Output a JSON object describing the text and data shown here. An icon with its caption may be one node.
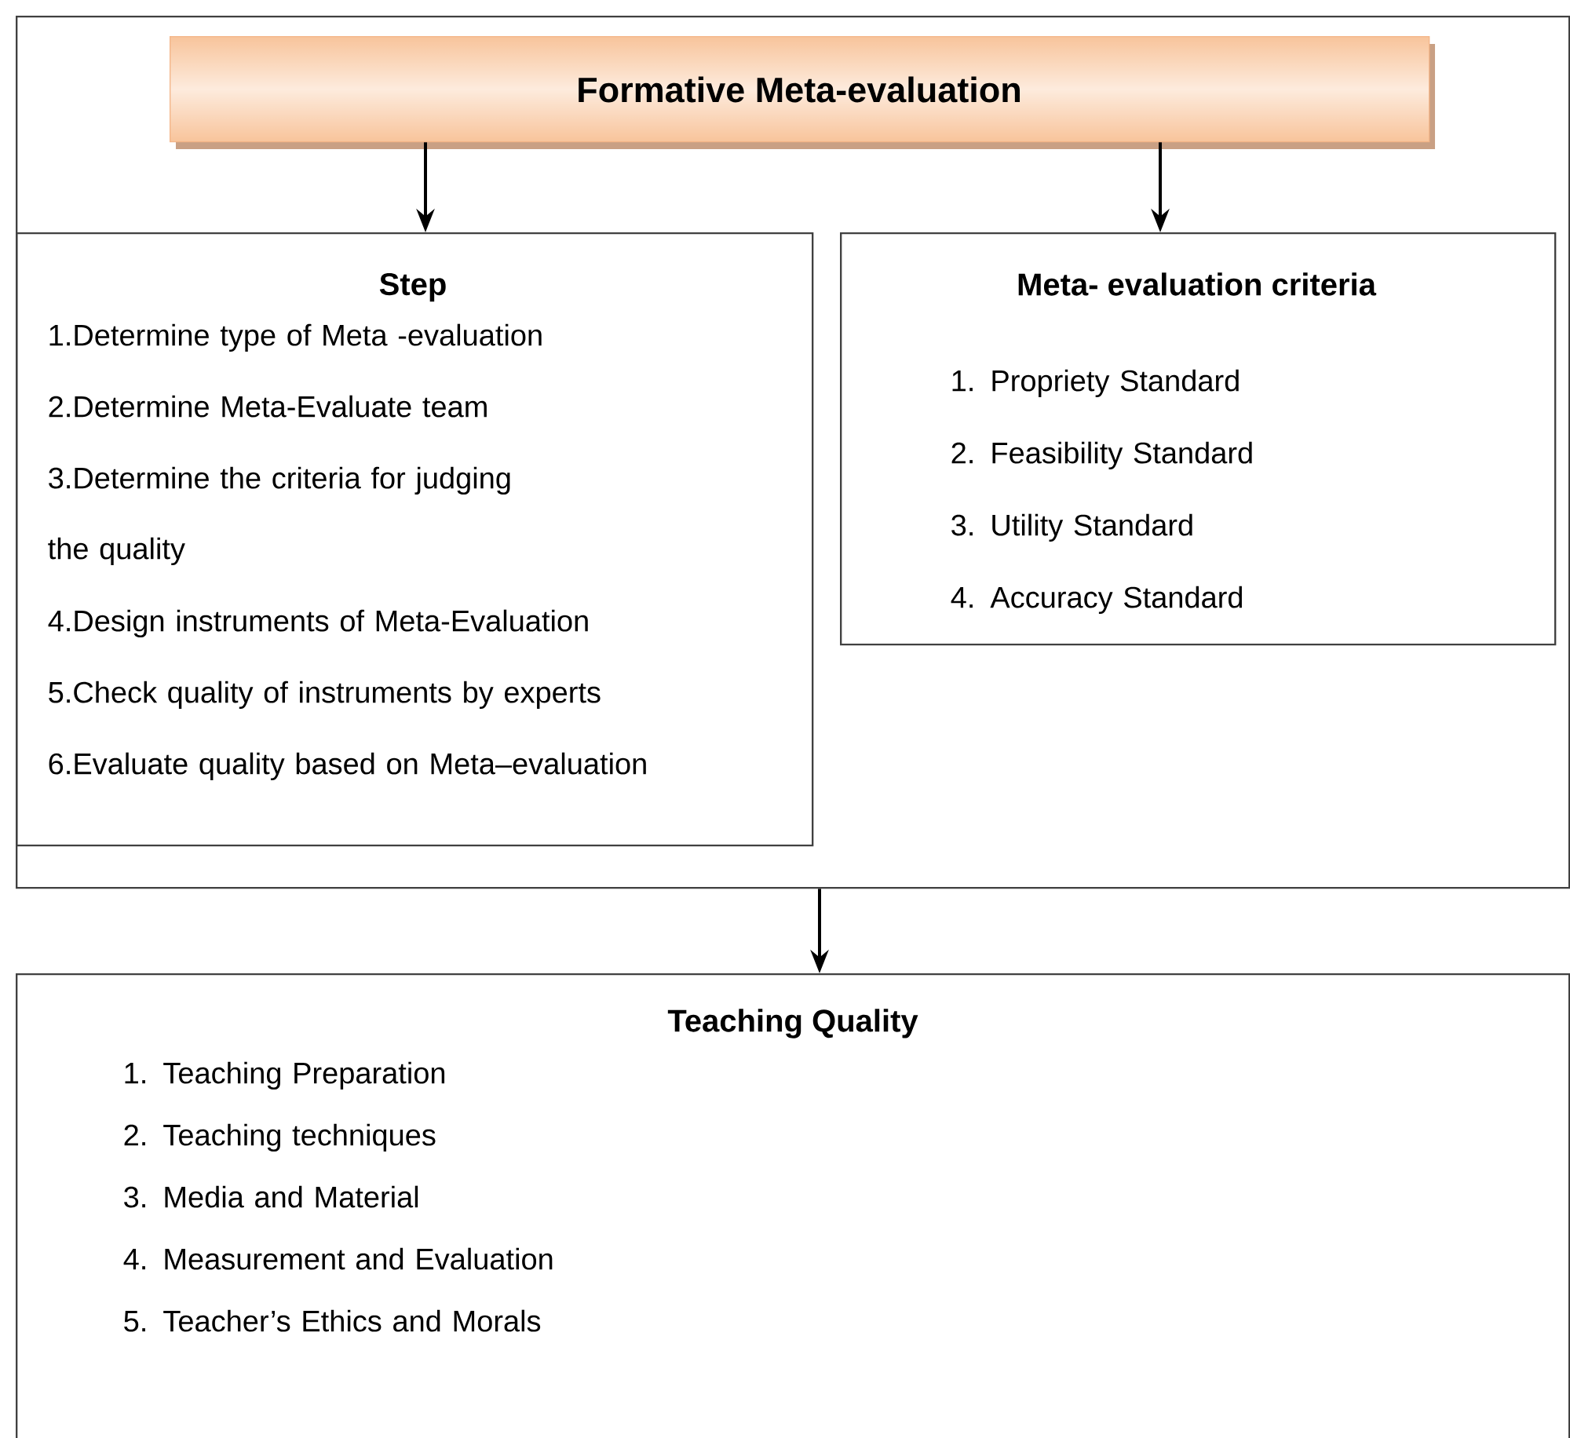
{
  "diagram": {
    "nodes": [
      {
        "text": [],
        "shape": "box"
      },
      {
        "text": [
          "Formative Meta-evaluation"
        ],
        "in": 0
      },
      {
        "text": [
          "Step",
          "1.Determine type of Meta -evaluation",
          "2.Determine Meta-Evaluate team",
          "3.Determine the criteria for judging the quality",
          "4.Design instruments of Meta-Evaluation",
          "5.Check quality of instruments by experts",
          "6.Evaluate quality based on Meta–evaluation"
        ],
        "in": 0
      },
      {
        "text": [
          "Meta- evaluation criteria",
          "1. Propriety Standard",
          "2. Feasibility Standard",
          "3. Utility Standard",
          "4. Accuracy Standard"
        ],
        "in": 0
      },
      {
        "text": [
          "Teaching Quality",
          "1. Teaching Preparation",
          "2. Teaching techniques",
          "3. Media and Material",
          "4. Measurement and Evaluation",
          "5. Teacher’s Ethics and Morals"
        ]
      }
    ],
    "edges": [
      {
        "from": 1,
        "to": 2,
        "arrow": "to"
      },
      {
        "from": 1,
        "to": 3,
        "arrow": "to"
      },
      {
        "from": 0,
        "to": 4,
        "arrow": "to"
      }
    ]
  }
}
